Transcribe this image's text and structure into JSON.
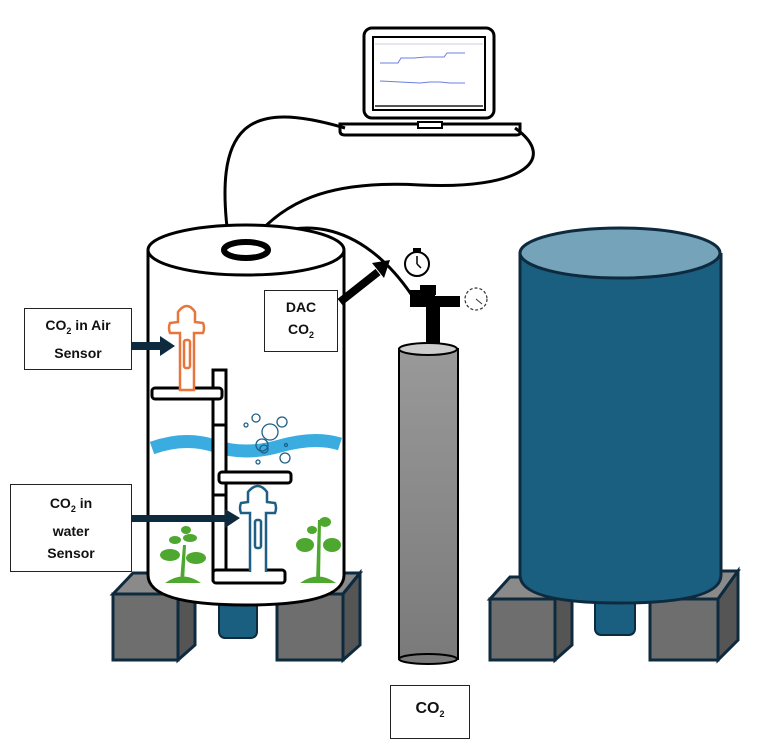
{
  "labels": {
    "air_sensor": {
      "line1_pre": "CO",
      "line1_sub": "2",
      "line1_post": " in Air",
      "line2": "Sensor"
    },
    "water_sensor": {
      "line1_pre": "CO",
      "line1_sub": "2",
      "line1_post": " in",
      "line2": "water",
      "line3": "Sensor"
    },
    "dac": {
      "line1": "DAC",
      "line2_pre": "CO",
      "line2_sub": "2"
    },
    "cylinder": {
      "pre": "CO",
      "sub": "2"
    }
  },
  "colors": {
    "air_sensor": "#E8763A",
    "water_sensor": "#1F5F86",
    "water": "#3AACDF",
    "plant": "#4EA72E",
    "tank": "#1A5E80",
    "tank_top": "#74A3BA",
    "block": "#6E6E6E",
    "gas_cylinder": "#8C8C8C",
    "arrow": "#0E2A3E"
  }
}
